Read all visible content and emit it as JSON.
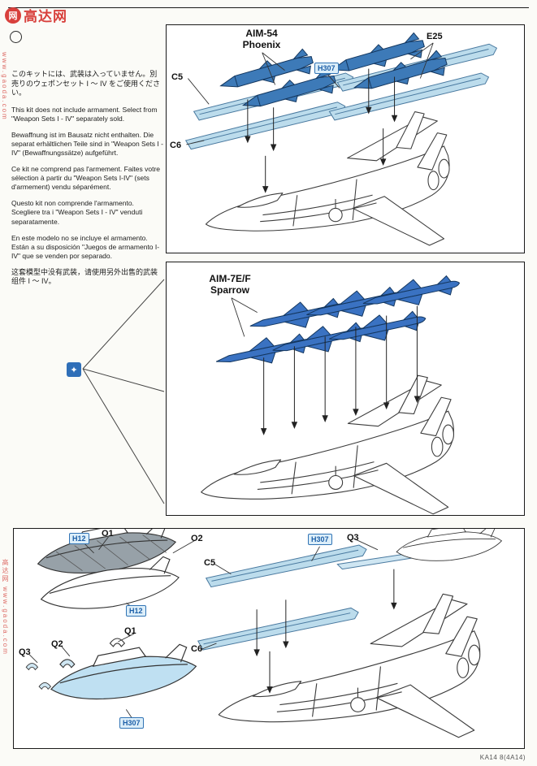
{
  "watermark": {
    "logo_text": "高达网",
    "badge_glyph": "网",
    "side_text_top": "www.gaoda.com",
    "side_text_bottom": "高达网 www.gaoda.com"
  },
  "marker": {
    "glyph": "✦"
  },
  "notes": {
    "japanese": "このキットには、武装は入っていません。別売りのウェポンセット I ～ IV をご使用ください。",
    "english": "This kit does not include armament. Select from \"Weapon Sets I - IV\" separately sold.",
    "german": "Bewaffnung ist im Bausatz nicht enthalten. Die separat erhältlichen Teile sind in \"Weapon Sets I - IV\" (Bewaffnungssätze) aufgeführt.",
    "french": "Ce kit ne comprend pas l'armement. Faites votre sélection à partir du \"Weapon Sets I-IV\" (sets d'armement) vendu séparément.",
    "italian": "Questo kit non comprende l'armamento. Scegliere tra i \"Weapon Sets I - IV\" venduti separatamente.",
    "spanish": "En este modelo no se incluye el armamento. Están a su disposición \"Juegos de armamento I-IV\" que se venden por separado.",
    "chinese": "这套模型中没有武装，请使用另外出售的武装组件 I ～ IV。"
  },
  "panel_phoenix": {
    "title_line1": "AIM-54",
    "title_line2": "Phoenix",
    "label_e25": "E25",
    "label_c5": "C5",
    "label_h307": "H307",
    "label_c6": "C6"
  },
  "panel_sparrow": {
    "title_line1": "AIM-7E/F",
    "title_line2": "Sparrow"
  },
  "panel_tanks": {
    "label_h12_a": "H12",
    "label_o1": "O1",
    "label_o2": "O2",
    "label_h307_a": "H307",
    "label_q3_a": "Q3",
    "label_c5": "C5",
    "label_h12_b": "H12",
    "label_q1": "Q1",
    "label_c6": "C6",
    "label_q2": "Q2",
    "label_q3_b": "Q3",
    "label_h307_b": "H307"
  },
  "footer": {
    "part_code": "KA14 8(4A14)"
  }
}
